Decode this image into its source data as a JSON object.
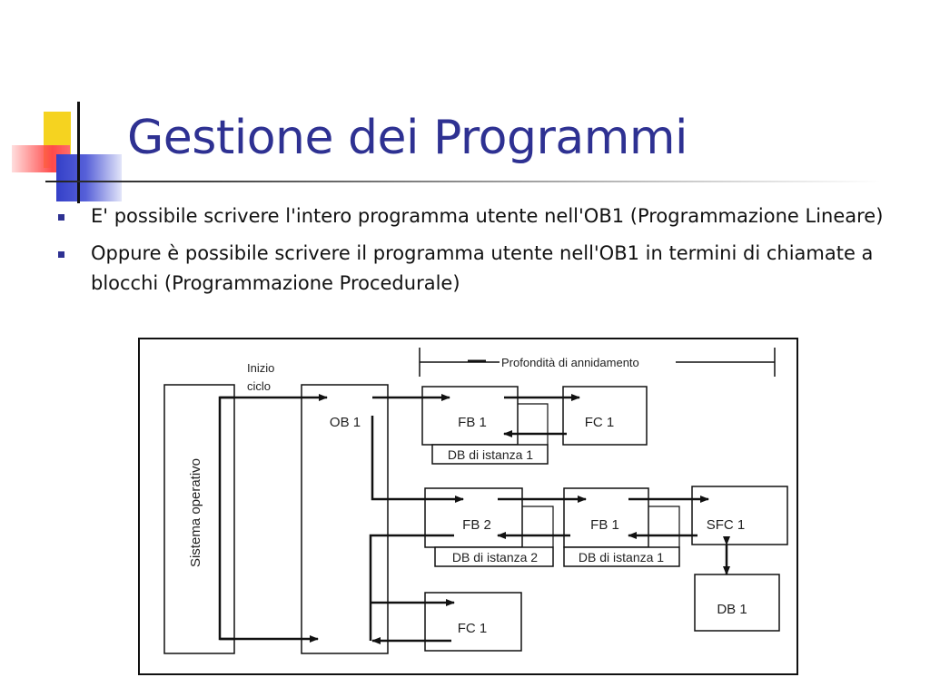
{
  "title": "Gestione dei Programmi",
  "bullets": [
    "E' possibile scrivere l'intero programma utente nell'OB1 (Programmazione Lineare)",
    "Oppure è possibile scrivere il programma utente nell'OB1 in termini di chiamate a blocchi  (Programmazione Procedurale)"
  ],
  "diagram": {
    "system_label": "Sistema operativo",
    "cycle_start_line1": "Inizio",
    "cycle_start_line2": "ciclo",
    "nesting_depth": "Profondità di annidamento",
    "blocks": {
      "ob1": "OB 1",
      "fb1_top": "FB 1",
      "fc1_top": "FC 1",
      "db_inst1_top": "DB di istanza 1",
      "fb2": "FB 2",
      "fb1_mid": "FB 1",
      "sfc1": "SFC 1",
      "db_inst2": "DB di istanza 2",
      "db_inst1_mid": "DB di istanza 1",
      "db1": "DB 1",
      "fc1_bottom": "FC 1"
    }
  },
  "colors": {
    "title": "#2e3192",
    "bullet": "#2e3192",
    "accent_yellow": "#f5d320",
    "accent_red": "#ff4a4a",
    "accent_blue": "#3440c8"
  }
}
